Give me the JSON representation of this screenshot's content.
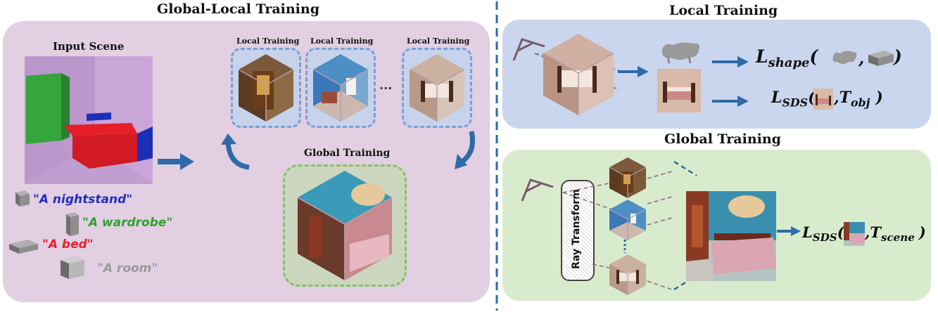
{
  "left": {
    "title": "Global-Local Training",
    "input_scene_label": "Input Scene",
    "local_labels": [
      "Local Training",
      "Local Training",
      "Local Training"
    ],
    "ellipsis": "...",
    "global_label": "Global Training",
    "prompts": [
      {
        "text": "\"A nightstand\"",
        "color": "#1f2fb8"
      },
      {
        "text": "\"A wardrobe\"",
        "color": "#2ea12e"
      },
      {
        "text": "\"A bed\"",
        "color": "#e8202a"
      },
      {
        "text": "\"A room\"",
        "color": "#9a9a9a"
      }
    ]
  },
  "right_top": {
    "title": "Local Training",
    "loss_shape": {
      "L": "L",
      "sub": "shape",
      "open": "(",
      "sep": ",",
      "close": ")"
    },
    "loss_sds": {
      "L": "L",
      "sub": "SDS",
      "open": "(",
      "sep": ",",
      "T": "T",
      "tsub": "obj",
      "close": ")"
    }
  },
  "right_bottom": {
    "title": "Global Training",
    "ray_transform": "Ray Transform",
    "loss_sds": {
      "L": "L",
      "sub": "SDS",
      "open": "(",
      "sep": ",",
      "T": "T",
      "tsub": "scene",
      "close": ")"
    }
  },
  "colors": {
    "left_panel": "#e2cfe2",
    "local_panel": "#c9d6ee",
    "global_panel": "#d8eccd",
    "arrow": "#2e6aa8",
    "divider": "#2e6aa8",
    "cube_blue_dash": "#7d9fd6",
    "cube_green_dash": "#86c26a"
  }
}
